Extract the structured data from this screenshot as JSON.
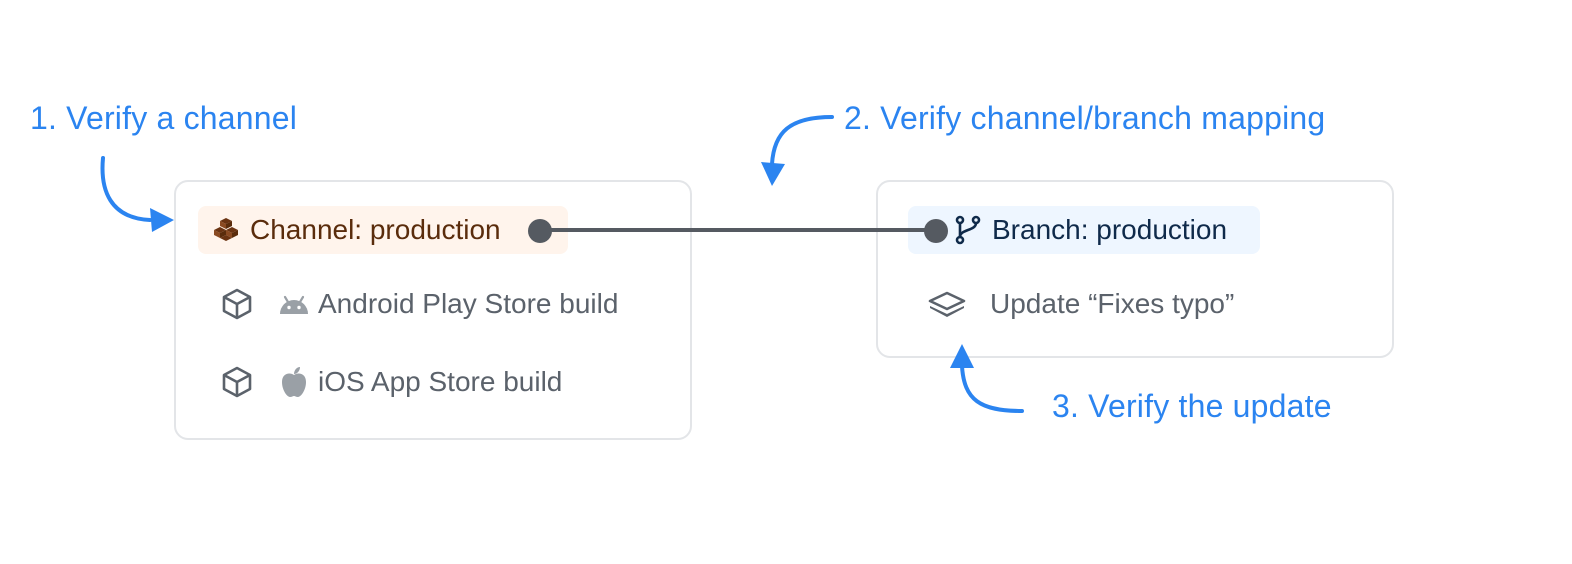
{
  "annotations": {
    "step1": "1. Verify a channel",
    "step2": "2. Verify channel/branch mapping",
    "step3": "3. Verify the update"
  },
  "channel_card": {
    "channel_label": "Channel: production",
    "builds": [
      {
        "platform_icon": "android-icon",
        "label": "Android Play Store build"
      },
      {
        "platform_icon": "apple-icon",
        "label": "iOS App Store build"
      }
    ]
  },
  "branch_card": {
    "branch_label": "Branch: production",
    "update_label": "Update “Fixes typo”"
  },
  "colors": {
    "accent_blue": "#2b84f0",
    "connector": "#555a61",
    "channel_bg": "#fff4ec",
    "channel_text": "#5a2c0c",
    "branch_bg": "#eef6ff",
    "branch_text": "#0f2a4a"
  }
}
